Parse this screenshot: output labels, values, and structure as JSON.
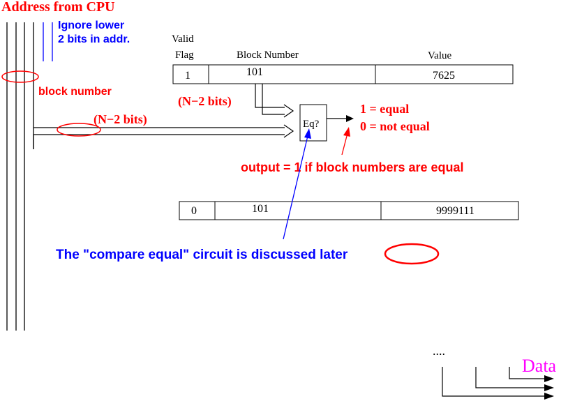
{
  "labels": {
    "address_from_cpu": "Address from CPU",
    "ignore_lower_line1": "Ignore lower",
    "ignore_lower_line2": "2 bits in addr.",
    "block_number": "block number",
    "n_minus_2_bits_upper": "(N−2 bits)",
    "n_minus_2_bits_lower": "(N−2 bits)",
    "comparator": "Eq?",
    "equal": "1 = equal",
    "not_equal": "0 = not equal",
    "output_rule": "output = 1 if block numbers are equal",
    "compare_note": "The \"compare equal\" circuit is discussed",
    "compare_note_later": "later",
    "ellipsis": "....",
    "data": "Data"
  },
  "headers": {
    "valid_line1": "Valid",
    "valid_line2": "Flag",
    "block_number": "Block Number",
    "value": "Value"
  },
  "entries": [
    {
      "valid": "1",
      "block_number": "101",
      "value": "7625"
    },
    {
      "valid": "0",
      "block_number": "101",
      "value": "9999111"
    }
  ],
  "colors": {
    "red": "#ff0000",
    "blue": "#0000ff",
    "magenta": "#ff00ff",
    "black": "#000000"
  }
}
